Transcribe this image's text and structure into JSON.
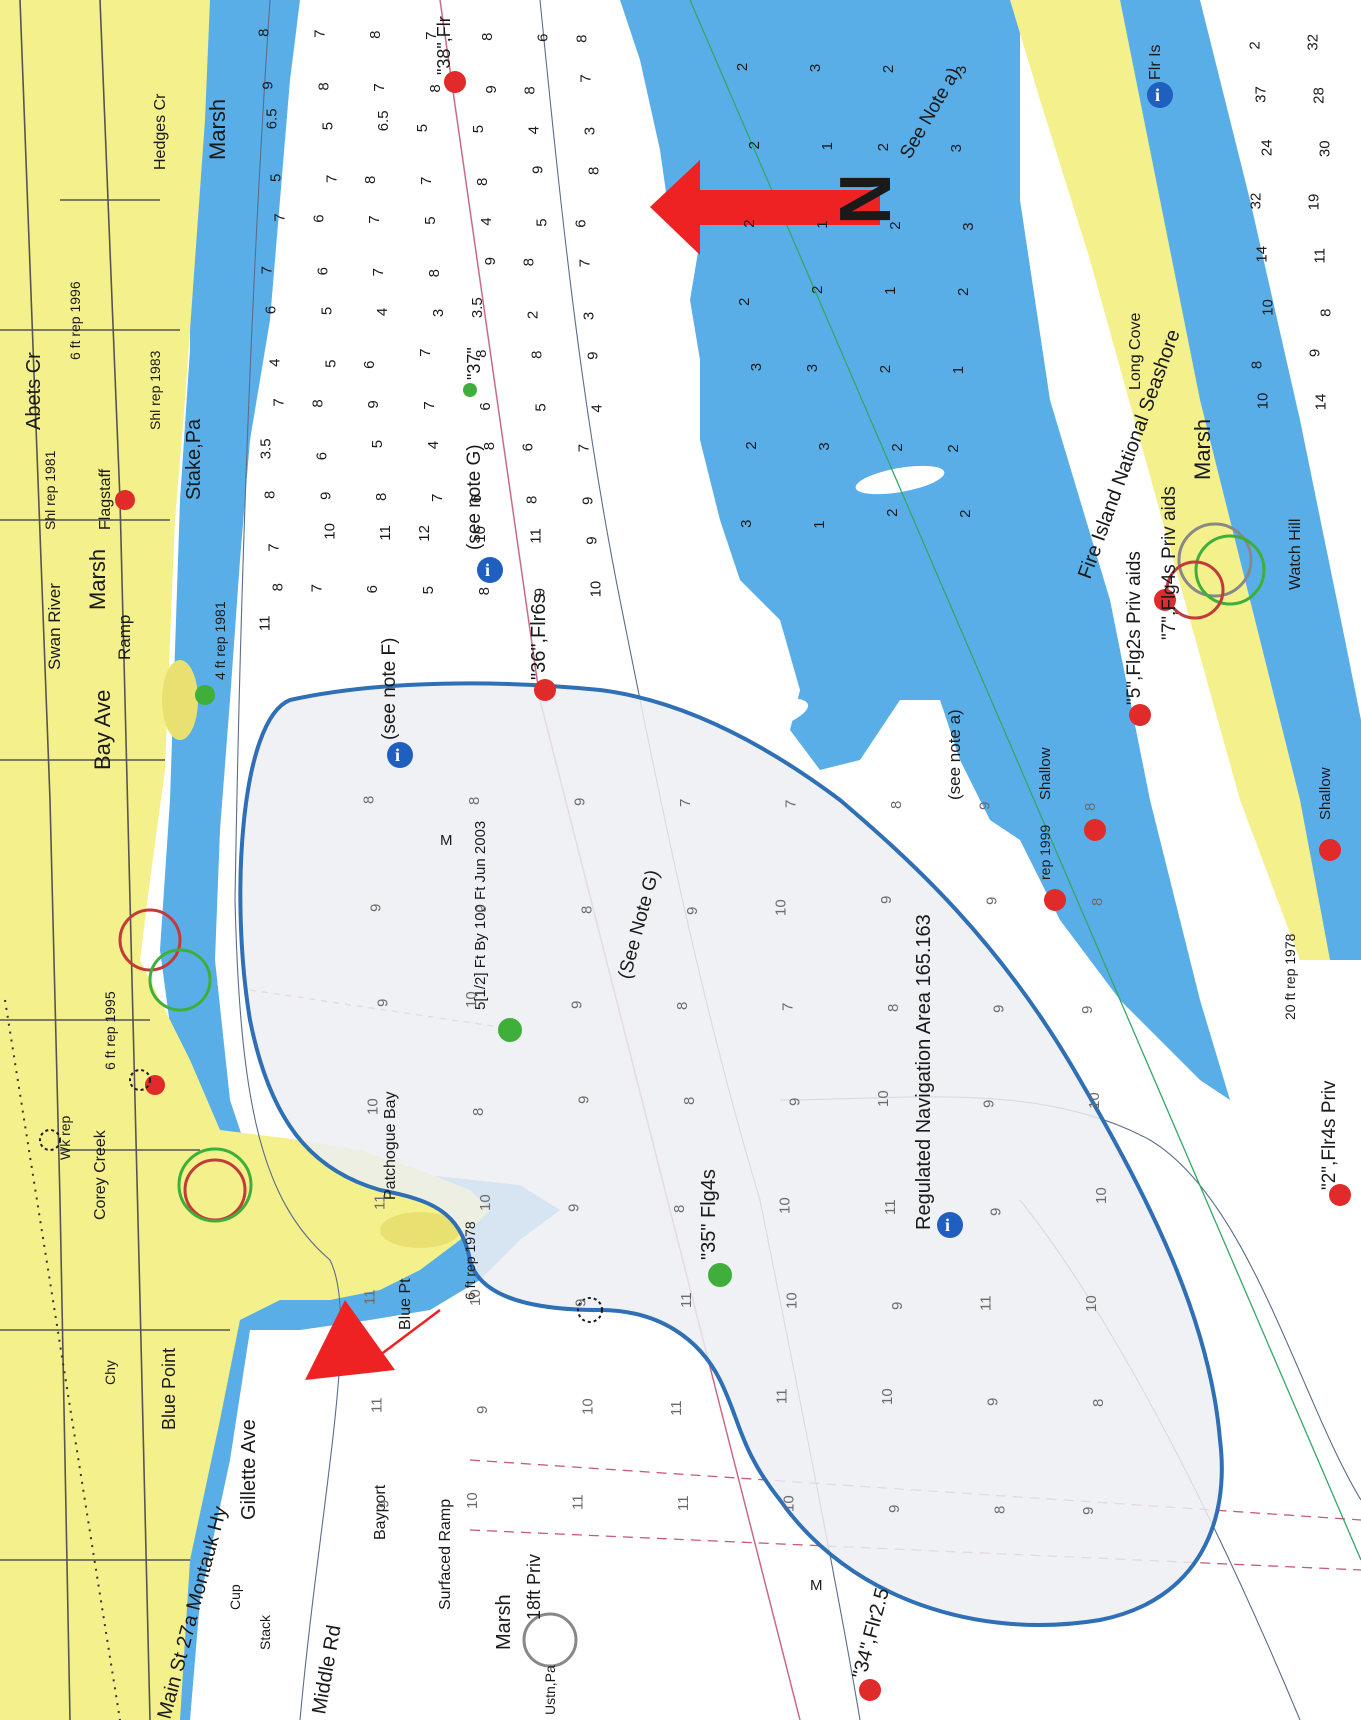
{
  "colors": {
    "land": "#f4f08c",
    "shallow_water": "#5aaee8",
    "deep_water": "#ffffff",
    "marsh": "#e8e070",
    "area_outline": "#2f6fb5",
    "area_fill": "#eceef2",
    "light_red": "#e12a2a",
    "light_green": "#3fae3a",
    "info_blue": "#1f5fbf",
    "arrow_red": "#ee2222",
    "road": "#555555"
  },
  "labels": {
    "bay_ave": "Bay Ave",
    "swan_river": "Swan River",
    "marsh_1": "Marsh",
    "marsh_2": "Marsh",
    "marsh_3": "Marsh",
    "marsh_4": "Marsh",
    "ramp": "Ramp",
    "flagstaff": "Flagstaff",
    "stake_pa": "Stake,Pa",
    "abets_cr": "Abets Cr",
    "hedges_cr": "Hedges Cr",
    "corey_creek": "Corey Creek",
    "blue_point": "Blue Point",
    "blue_pt": "Blue Pt",
    "chy": "Chy",
    "gillette_ave": "Gillette Ave",
    "main_st": "Main St 27a Montauk Hy",
    "bayport": "Bayport",
    "surfaced_ramp": "Surfaced Ramp",
    "middle_rd": "Middle Rd",
    "cup_stack": "Cup",
    "stack": "Stack",
    "patchogue_bay": "Patchogue Bay",
    "reg_nav": "Regulated Navigation Area 165.163",
    "see_note_g_1": "(see note G)",
    "see_note_g_2": "(See Note G)",
    "see_note_f": "(see note F)",
    "see_note_a_1": "See Note a)",
    "see_note_a_2": "(see note a)",
    "fire_island": "Fire Island National Seashore",
    "long_cove": "Long Cove",
    "watch_hill": "Watch Hill",
    "shallow_1": "Shallow",
    "shallow_2": "Shallow",
    "flr6s": "\"36\",Flr6s",
    "flg4s": "\"35\" Flg4s",
    "flr2_5": "\"34\",Flr2.5",
    "flg2s_priv": "\"5\",Flg2s Priv aids",
    "flg4s_priv": "\"7\",Flg4s Priv aids",
    "flr4s_priv": "\"2\",Flr4s Priv",
    "fir_top": "\"38\",Flr",
    "flrs_top_right": "Flr Is",
    "rep_2003": "5[1/2] Ft By 100 Ft Jun 2003",
    "rep_1996": "6 ft rep 1996",
    "rep_1981a": "4 ft rep 1981",
    "rep_1981b": "Shl rep 1981",
    "rep_1983": "Shl rep 1983",
    "rep_1995": "6 ft rep 1995",
    "rep_1978a": "6 ft rep 1978",
    "rep_1978b": "20 ft rep 1978",
    "rep_1999": "rep 1999",
    "wk_rep": "Wk rep",
    "priv_18": "18ft Priv",
    "ustn_pa": "Ustn,Pa",
    "flr_7": "7",
    "north_letter": "N",
    "note_37": "\"37\"",
    "m_mark": "M",
    "m_mark2": "M"
  },
  "soundings": {
    "bay": [
      "8",
      "7",
      "8",
      "7",
      "8",
      "6",
      "8",
      "9",
      "8",
      "7",
      "8",
      "9",
      "8",
      "7",
      "6.5",
      "5",
      "6.5",
      "5",
      "5",
      "4",
      "3",
      "5",
      "7",
      "8",
      "7",
      "8",
      "9",
      "8",
      "7",
      "6",
      "7",
      "5",
      "4",
      "5",
      "6",
      "7",
      "6",
      "7",
      "8",
      "9",
      "8",
      "7",
      "6",
      "5",
      "4",
      "3",
      "3.5",
      "2",
      "3",
      "4",
      "5",
      "6",
      "7",
      "8",
      "8",
      "9",
      "7",
      "8",
      "9",
      "7",
      "6",
      "5",
      "4",
      "3.5",
      "6",
      "5",
      "4",
      "8",
      "6",
      "7",
      "8",
      "9",
      "8",
      "7",
      "6",
      "8",
      "9",
      "7",
      "10",
      "11",
      "12",
      "10",
      "11",
      "9",
      "8",
      "7",
      "6",
      "5",
      "8",
      "9",
      "10",
      "11"
    ],
    "reg_area": [
      "8",
      "8",
      "9",
      "7",
      "7",
      "8",
      "9",
      "8",
      "9",
      "9",
      "8",
      "9",
      "10",
      "9",
      "9",
      "8",
      "9",
      "10",
      "9",
      "8",
      "7",
      "8",
      "9",
      "9",
      "10",
      "8",
      "9",
      "8",
      "9",
      "10",
      "9",
      "10",
      "11",
      "10",
      "9",
      "8",
      "10",
      "11",
      "9",
      "10",
      "11",
      "10",
      "9",
      "11",
      "10",
      "9",
      "11",
      "10",
      "11",
      "9",
      "10",
      "11",
      "11",
      "10",
      "9",
      "8",
      "9",
      "10",
      "11",
      "11",
      "10",
      "9",
      "8",
      "9"
    ],
    "shallow": [
      "2",
      "3",
      "2",
      "3",
      "2",
      "1",
      "2",
      "3",
      "2",
      "1",
      "2",
      "3",
      "2",
      "2",
      "1",
      "2",
      "3",
      "3",
      "2",
      "1",
      "2",
      "3",
      "2",
      "2",
      "3",
      "1",
      "2",
      "2"
    ],
    "ocean": [
      "2",
      "32",
      "37",
      "28",
      "24",
      "30",
      "32",
      "19",
      "14",
      "11",
      "10",
      "8",
      "8",
      "9",
      "10",
      "14"
    ]
  }
}
